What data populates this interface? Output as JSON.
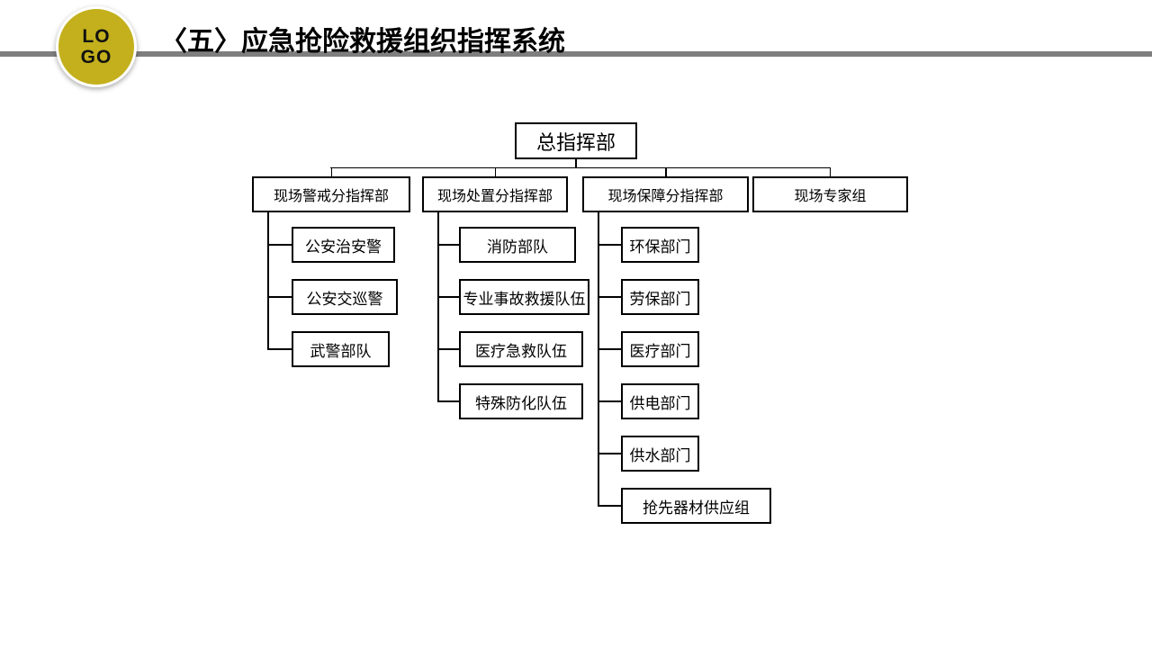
{
  "slide": {
    "logo": {
      "line1": "LO",
      "line2": "GO",
      "bg_color": "#c3b01c"
    },
    "title": "〈五〉应急抢险救援组织指挥系统",
    "divider_color": "#7f7f7f",
    "background_color": "#ffffff"
  },
  "chart": {
    "type": "org-tree",
    "line_color": "#000000",
    "box_border_color": "#000000",
    "root": {
      "label": "总指挥部"
    },
    "branches": [
      {
        "label": "现场警戒分指挥部",
        "children": [
          {
            "label": "公安治安警"
          },
          {
            "label": "公安交巡警"
          },
          {
            "label": "武警部队"
          }
        ]
      },
      {
        "label": "现场处置分指挥部",
        "children": [
          {
            "label": "消防部队"
          },
          {
            "label": "专业事故救援队伍"
          },
          {
            "label": "医疗急救队伍"
          },
          {
            "label": "特殊防化队伍"
          }
        ]
      },
      {
        "label": "现场保障分指挥部",
        "children": [
          {
            "label": "环保部门"
          },
          {
            "label": "劳保部门"
          },
          {
            "label": "医疗部门"
          },
          {
            "label": "供电部门"
          },
          {
            "label": "供水部门"
          },
          {
            "label": "抢先器材供应组"
          }
        ]
      },
      {
        "label": "现场专家组",
        "children": []
      }
    ]
  }
}
